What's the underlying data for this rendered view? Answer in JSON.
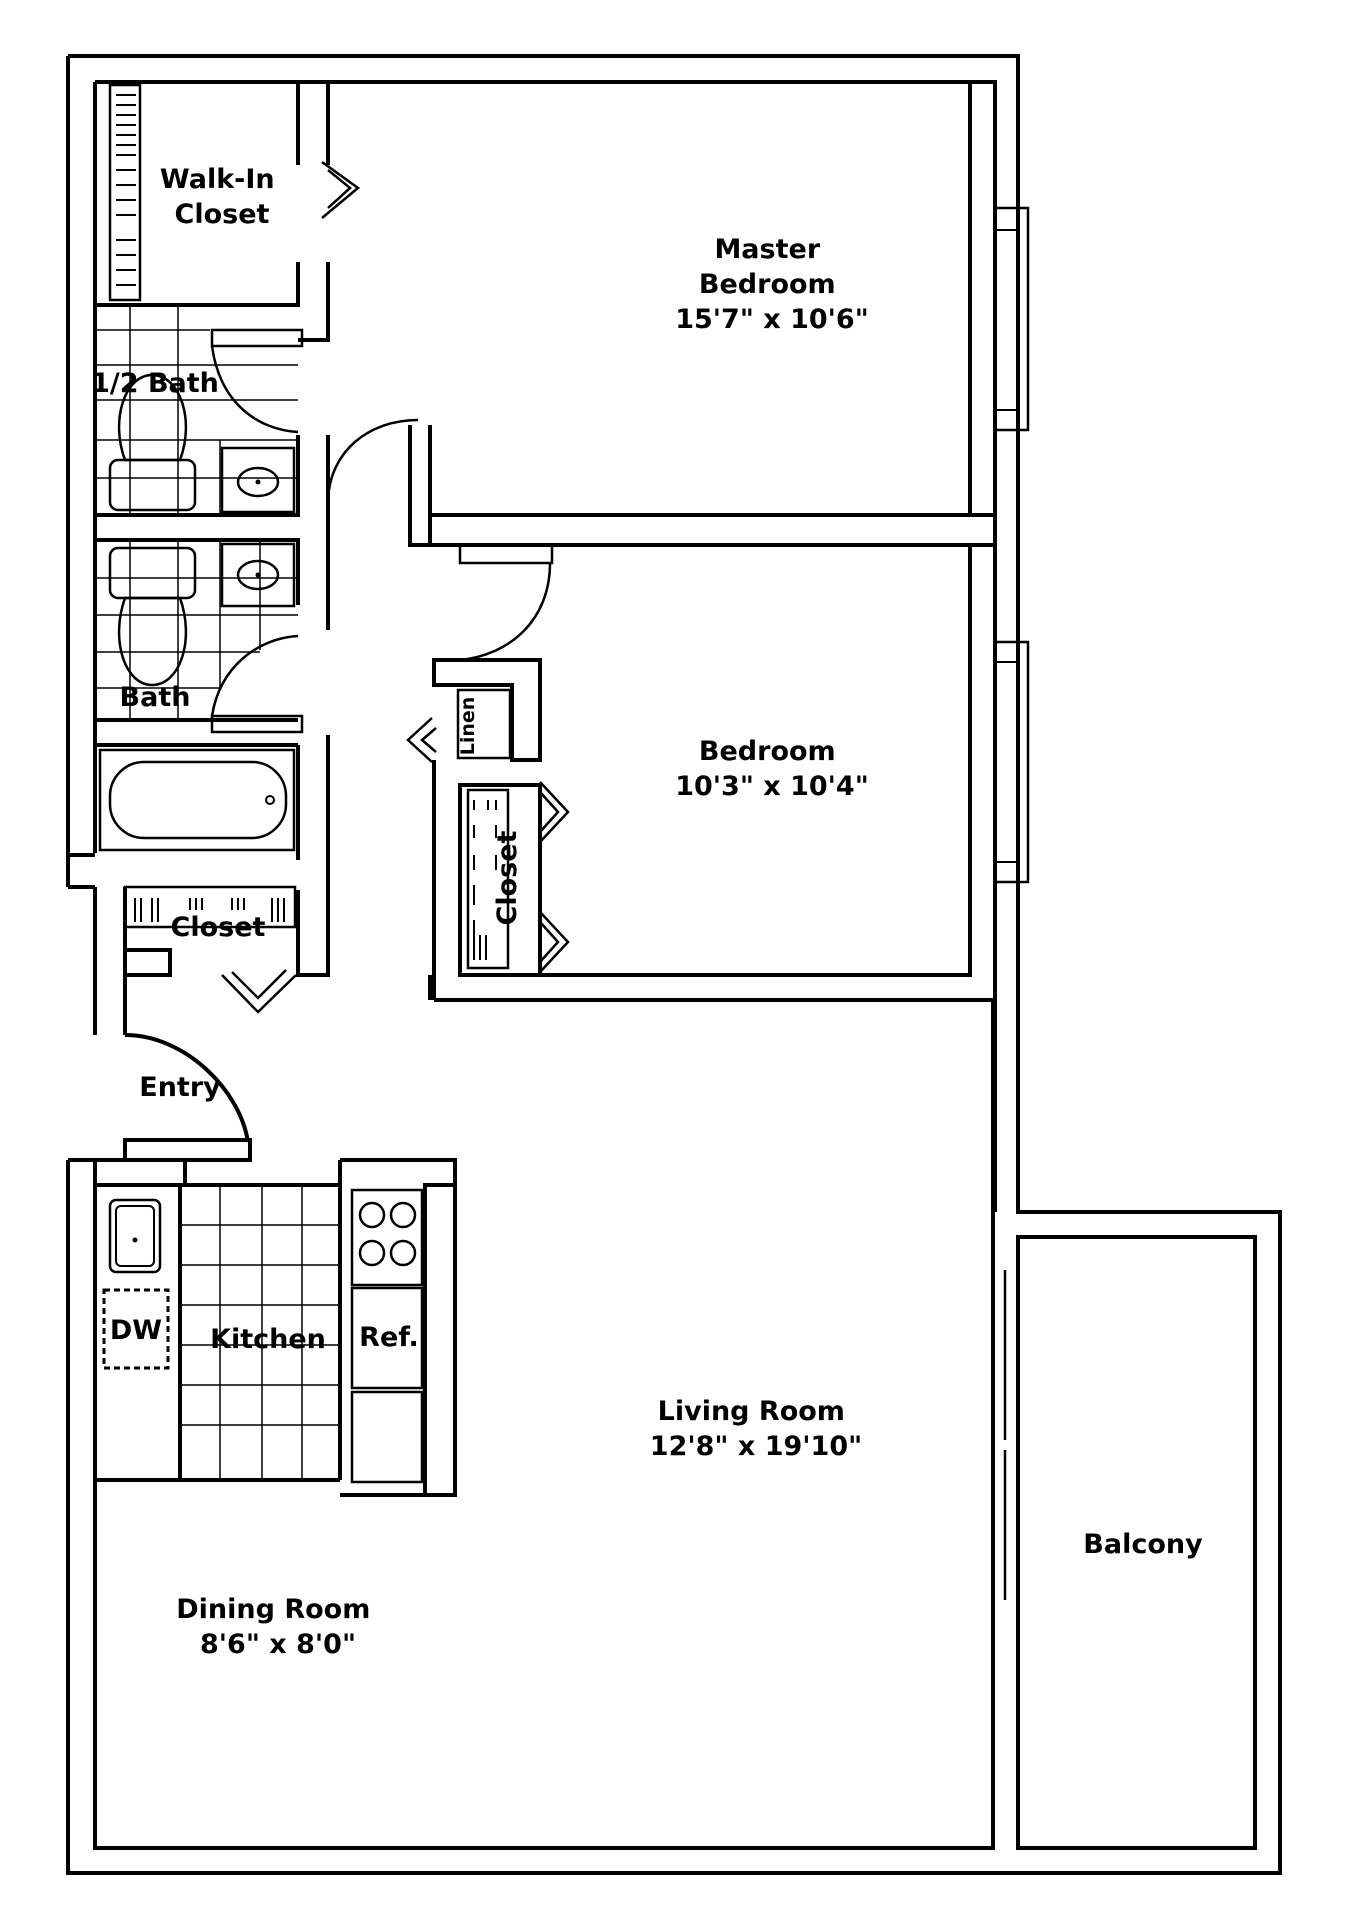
{
  "rooms": {
    "walkin_closet": [
      "Walk-In",
      "Closet"
    ],
    "master_bedroom": [
      "Master",
      "Bedroom",
      "15'7\" x 10'6\""
    ],
    "half_bath": "1/2 Bath",
    "bath": "Bath",
    "linen": "Linen",
    "bedroom": [
      "Bedroom",
      "10'3\" x 10'4\""
    ],
    "bedroom_closet": "Closet",
    "entry_closet": "Closet",
    "entry": "Entry",
    "dishwasher": "DW",
    "kitchen": "Kitchen",
    "refrigerator": "Ref.",
    "living_room": [
      "Living Room",
      "12'8\" x 19'10\""
    ],
    "balcony": "Balcony",
    "dining_room": [
      "Dining Room",
      "8'6\" x 8'0\""
    ]
  }
}
